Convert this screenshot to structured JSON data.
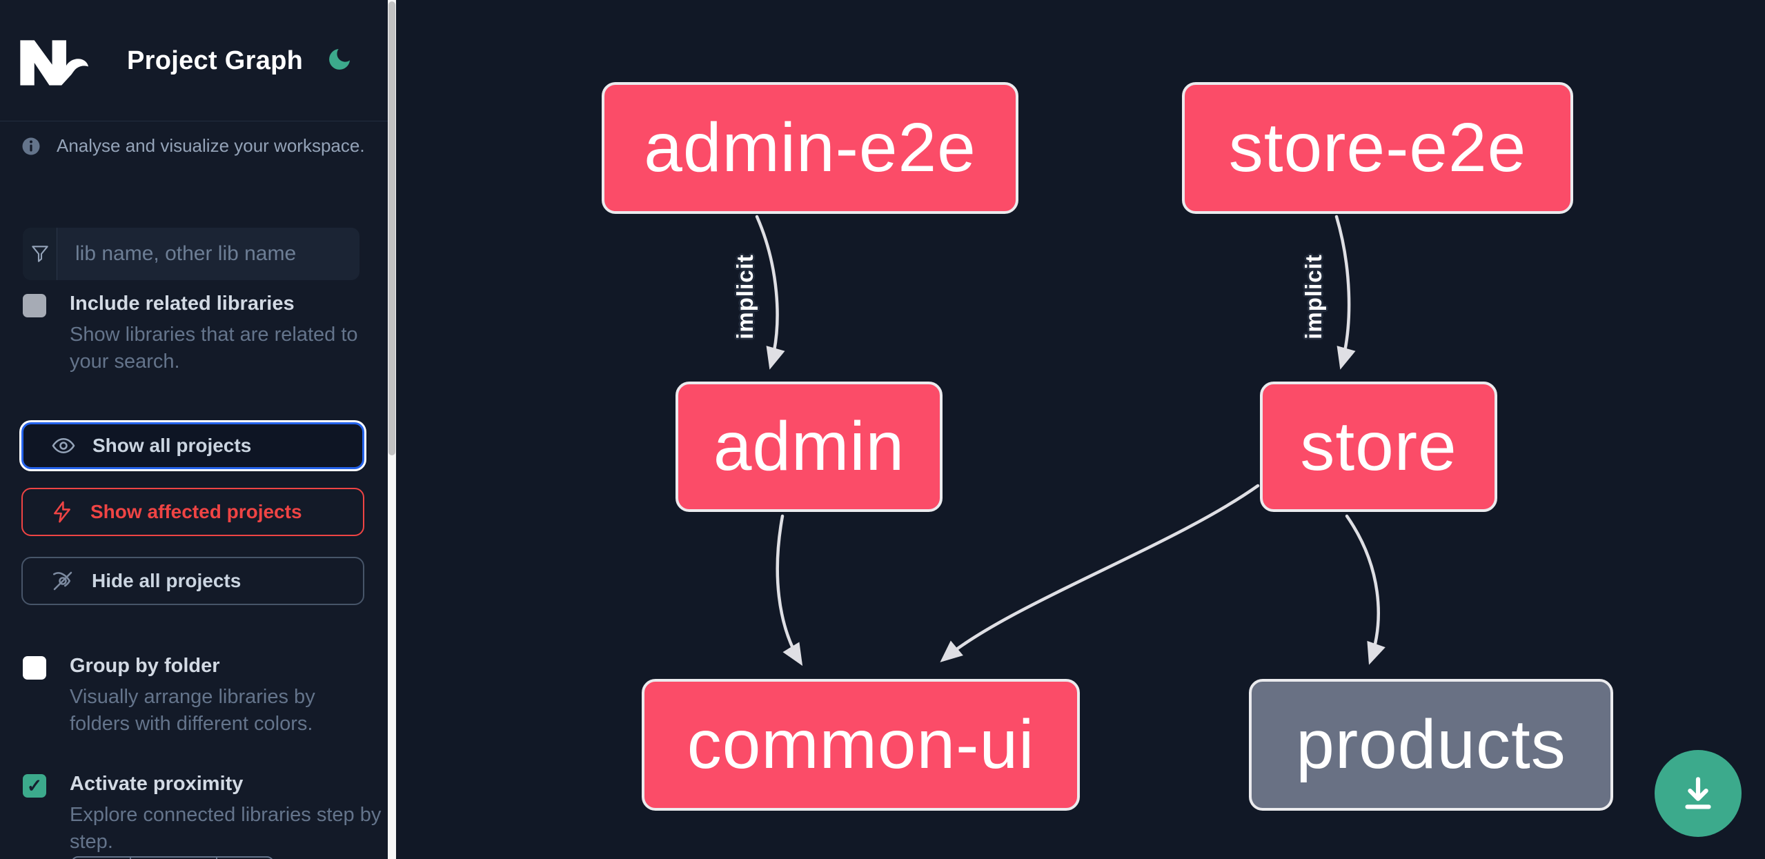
{
  "header": {
    "title": "Project Graph"
  },
  "sidebar": {
    "tagline": "Analyse and visualize your workspace.",
    "search": {
      "placeholder": "lib name, other lib name"
    },
    "include_related": {
      "label": "Include related libraries",
      "description": "Show libraries that are related to your search.",
      "checked": false
    },
    "actions": {
      "show_all": "Show all projects",
      "show_affected": "Show affected projects",
      "hide_all": "Hide all projects"
    },
    "group_by_folder": {
      "label": "Group by folder",
      "description": "Visually arrange libraries by folders with different colors.",
      "checked": false
    },
    "activate_proximity": {
      "label": "Activate proximity",
      "description": "Explore connected libraries step by step.",
      "checked": true
    }
  },
  "graph": {
    "nodes": [
      {
        "id": "admin-e2e",
        "label": "admin-e2e",
        "kind": "highlighted"
      },
      {
        "id": "store-e2e",
        "label": "store-e2e",
        "kind": "highlighted"
      },
      {
        "id": "admin",
        "label": "admin",
        "kind": "highlighted"
      },
      {
        "id": "store",
        "label": "store",
        "kind": "highlighted"
      },
      {
        "id": "common-ui",
        "label": "common-ui",
        "kind": "highlighted"
      },
      {
        "id": "products",
        "label": "products",
        "kind": "plain"
      }
    ],
    "edges": [
      {
        "from": "admin-e2e",
        "to": "admin",
        "label": "implicit"
      },
      {
        "from": "store-e2e",
        "to": "store",
        "label": "implicit"
      },
      {
        "from": "admin",
        "to": "common-ui",
        "label": ""
      },
      {
        "from": "store",
        "to": "common-ui",
        "label": ""
      },
      {
        "from": "store",
        "to": "products",
        "label": ""
      }
    ]
  },
  "fab": {
    "icon": "download"
  },
  "colors": {
    "canvas_bg": "#111826",
    "sidebar_bg": "#131a28",
    "node_pink": "#fb4c68",
    "node_gray": "#697184",
    "node_border": "#ebebee",
    "edge": "#dfdfe4",
    "accent_green": "#3caa8c",
    "focus_blue": "#2563eb",
    "affected_red": "#ef4444"
  }
}
